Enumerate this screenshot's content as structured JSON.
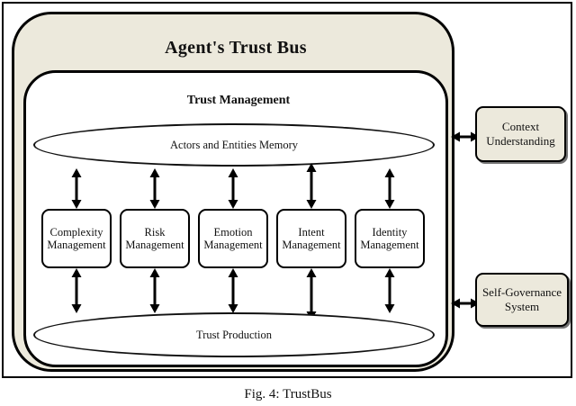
{
  "figure": {
    "caption": "Fig. 4: TrustBus"
  },
  "bus": {
    "title": "Agent's Trust Bus",
    "fill_color": "#ece9dc",
    "border_color": "#000000"
  },
  "trust_management": {
    "title": "Trust Management",
    "fill_color": "#ffffff"
  },
  "ellipses": [
    {
      "id": "memory",
      "label": "Actors and Entities Memory"
    },
    {
      "id": "production",
      "label": "Trust Production"
    }
  ],
  "management_boxes": [
    {
      "line1": "Complexity",
      "line2": "Management"
    },
    {
      "line1": "Risk",
      "line2": "Management"
    },
    {
      "line1": "Emotion",
      "line2": "Management"
    },
    {
      "line1": "Intent",
      "line2": "Management"
    },
    {
      "line1": "Identity",
      "line2": "Management"
    }
  ],
  "external_boxes": [
    {
      "id": "context",
      "line1": "Context",
      "line2": "Understanding"
    },
    {
      "id": "selfgov",
      "line1": "Self-Governance",
      "line2": "System"
    }
  ],
  "connectors": {
    "vertical_count": 10,
    "horizontal_count": 2,
    "style": "double-headed-arrow"
  }
}
